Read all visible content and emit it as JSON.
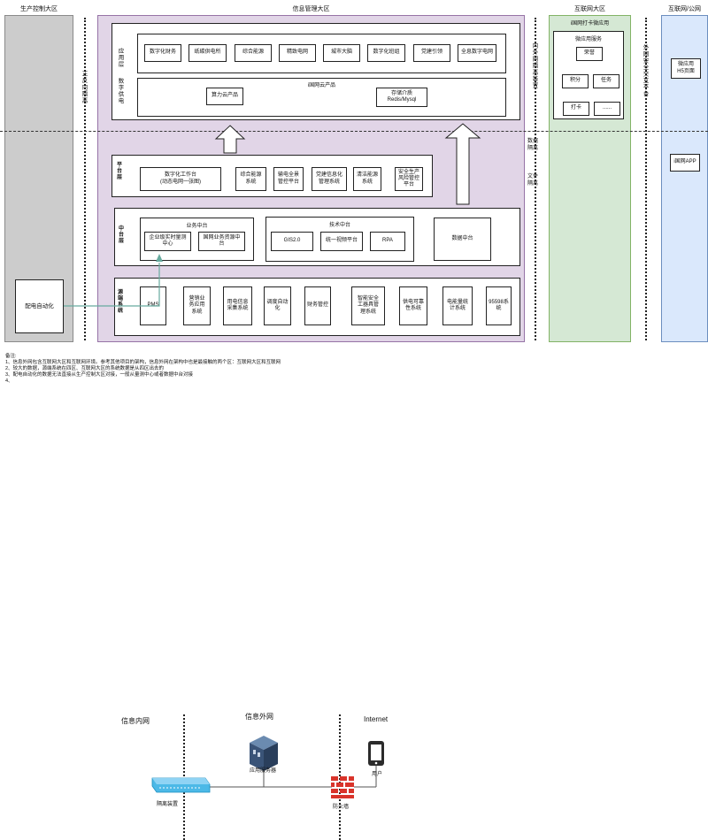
{
  "zones": {
    "production": "生产控制大区",
    "info_mgmt": "信息管理大区",
    "internet": "互联网大区",
    "public_internet": "互联网/公网"
  },
  "dividers": {
    "forward_isolation": "正反向隔离",
    "inner_outer_isolation": "内外网隔离装置",
    "outer_exchange": "外网安全交互平台",
    "data_isolation": "数据隔离",
    "file_isolation": "文件隔离"
  },
  "production": {
    "distribution_auto": "配电自动化"
  },
  "application_layer": {
    "label": "应用层",
    "sub_label": "数字供电",
    "apps": [
      "数字化财务",
      "纸碳供电所",
      "综合能源",
      "精致电网",
      "城市大脑",
      "数字化班组",
      "党建引领",
      "全息数字电网"
    ],
    "cloud_title": "i国网云产品",
    "cloud_items": [
      "算力云产品",
      "存储介质\nRedis/Mysql"
    ]
  },
  "platform_layer": {
    "label": "平台层",
    "items": [
      "数字化工作台\n(动态电网一张图)",
      "综合能源\n系统",
      "输电全景\n管控平台",
      "党建信息化\n管理系统",
      "清洁能源\n系统",
      "安全生产\n风险管控\n平台"
    ]
  },
  "middle_layer": {
    "label": "中台层",
    "business_title": "业务中台",
    "business_items": [
      "企业级实时量测\n中心",
      "国网业务资源中\n台"
    ],
    "tech_title": "技术中台",
    "tech_items": [
      "GIS2.0",
      "统一视频平台",
      "RPA"
    ],
    "data_mid": "数据中台"
  },
  "source_layer": {
    "label": "源端系统",
    "items": [
      "PMS",
      "营销业\n务应用\n系统",
      "用电信息\n采集系统",
      "调度自动\n化",
      "财务管控",
      "智能安全\n工器具管\n理系统",
      "供电可靠\n性系统",
      "电能量统\n计系统",
      "95598系\n统"
    ]
  },
  "internet_zone": {
    "title": "i国网打卡微应用",
    "service_title": "微应用服务",
    "items": [
      "荣誉",
      "积分",
      "任务",
      "打卡",
      "......"
    ]
  },
  "public_zone": {
    "h5": "微应用\nH5页面",
    "app": "i国网APP"
  },
  "notes": [
    "备注:",
    "1、信息外网包含互联网大区和互联网环境。参考其他项目的架构，信息外网在架构中也是最接触的两个区：互联网大区和互联网",
    "2、较大的数据，源端系统在四区、互联网大区的系统数据是从四区出去的",
    "3、配电自动化的数据无法直接从生产控制大区对接，一般从量测中心或者数据中台对接",
    "4、"
  ],
  "network": {
    "inner": "信息内网",
    "outer": "信息外网",
    "internet": "Internet",
    "isolation_device": "隔离装置",
    "app_server": "应用服务器",
    "firewall": "防火墙",
    "user": "用户"
  }
}
